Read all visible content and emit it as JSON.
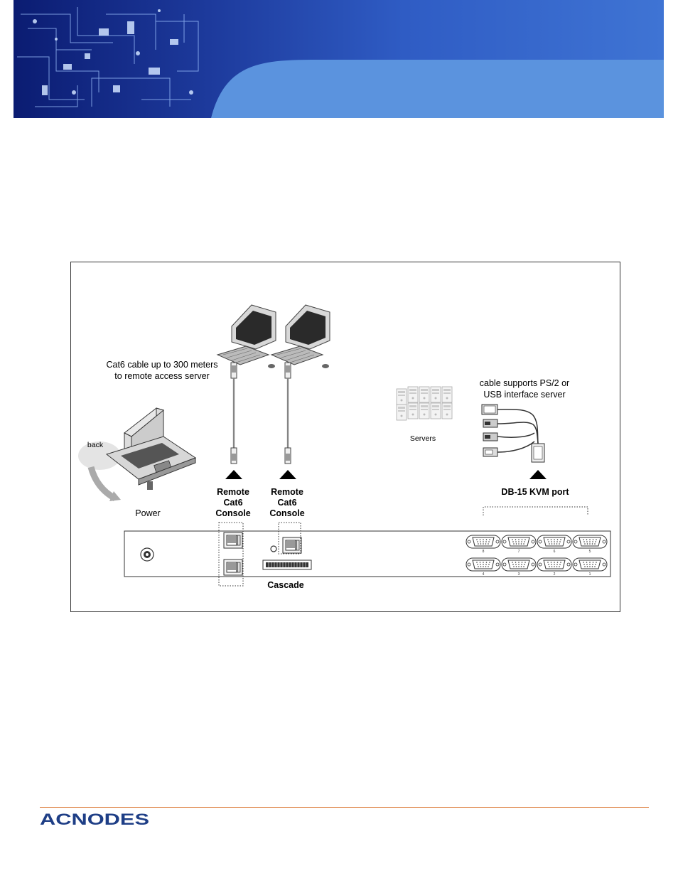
{
  "header": {
    "banner_colors": {
      "left_dark": "#0a1a6e",
      "mid": "#2b52b5",
      "right_light": "#5a92de"
    }
  },
  "diagram": {
    "cat6_note": [
      "Cat6 cable up to 300 meters",
      "to remote access server"
    ],
    "back_label": "back",
    "power_label": "Power",
    "remote_console_1": [
      "Remote",
      "Cat6",
      "Console"
    ],
    "remote_console_2": [
      "Remote",
      "Cat6",
      "Console"
    ],
    "cascade_label": "Cascade",
    "servers_label": "Servers",
    "cable_note": [
      "cable supports PS/2 or",
      "USB interface server"
    ],
    "kvm_port_label": "DB-15 KVM port",
    "port_numbers_top": [
      "8",
      "7",
      "6",
      "5"
    ],
    "port_numbers_bottom": [
      "4",
      "3",
      "2",
      "1"
    ]
  },
  "footer": {
    "brand": "ACNODES",
    "brand_color": "#1e3e86",
    "rule_color": "#d9722b"
  }
}
